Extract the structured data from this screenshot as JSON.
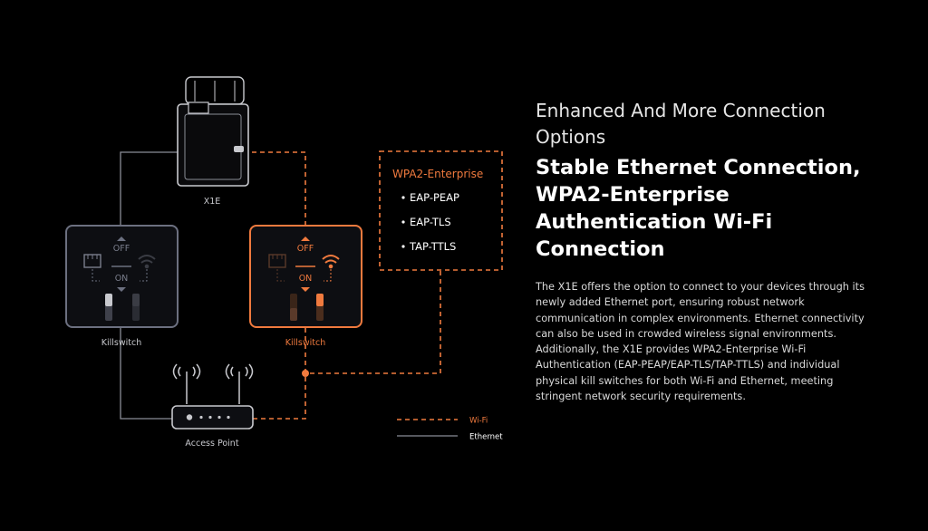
{
  "diagram": {
    "device_label": "X1E",
    "killswitch_left_label": "Killswitch",
    "killswitch_right_label": "Killswitch",
    "access_point_label": "Access Point",
    "switch_off_label": "OFF",
    "switch_on_label": "ON",
    "security_box": {
      "title": "WPA2-Enterprise",
      "items": [
        "EAP-PEAP",
        "EAP-TLS",
        "TAP-TTLS"
      ]
    },
    "legend": {
      "wifi_label": "Wi-Fi",
      "ethernet_label": "Ethernet"
    },
    "colors": {
      "accent_orange": "#f07a3e",
      "ethernet_line": "#8a8d96",
      "panel_border_gray": "#6c7080",
      "background": "#000000"
    }
  },
  "text_panel": {
    "eyebrow": "Enhanced And More Connection Options",
    "headline": "Stable Ethernet Connection, WPA2-Enterprise Authentication Wi-Fi Connection",
    "description": "The X1E offers the option to connect to your devices through its newly added Ethernet port, ensuring robust network communication in complex environments. Ethernet connectivity can also be used in crowded wireless signal environments. Additionally, the X1E provides WPA2-Enterprise Wi-Fi Authentication (EAP-PEAP/EAP-TLS/TAP-TTLS) and individual physical kill switches for both Wi-Fi and Ethernet, meeting stringent network security requirements."
  }
}
